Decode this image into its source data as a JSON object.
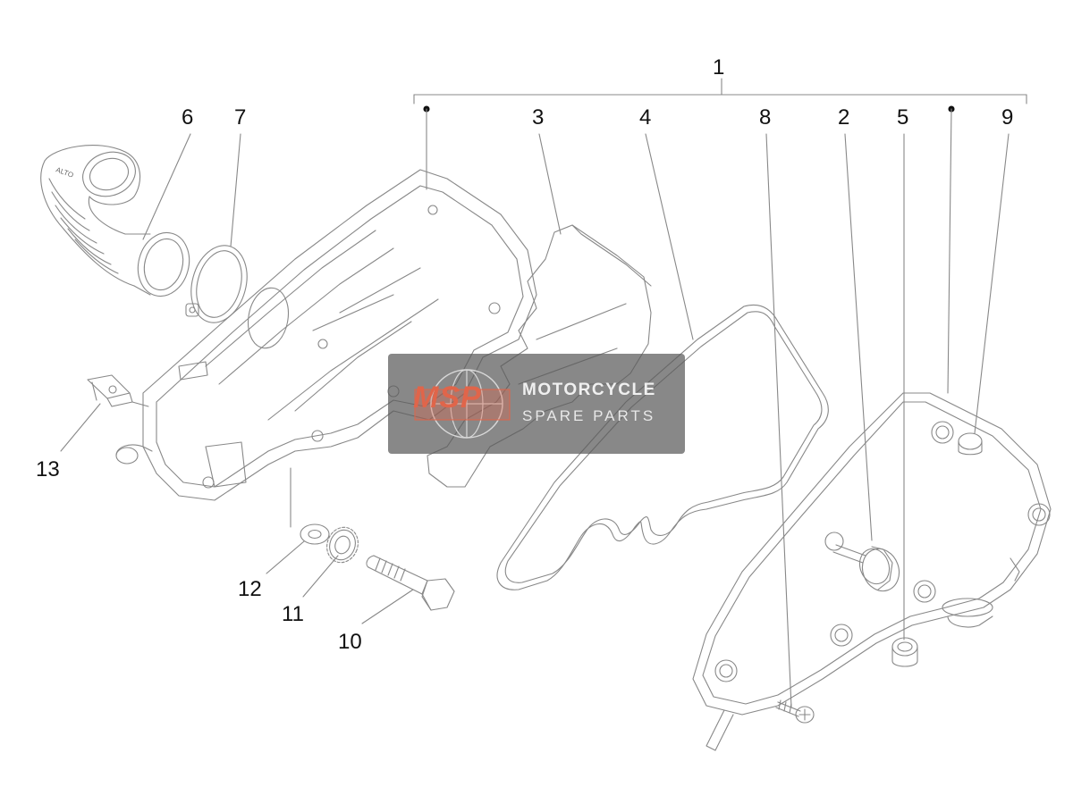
{
  "callouts": {
    "c1": "1",
    "c2": "2",
    "c3": "3",
    "c4": "4",
    "c5": "5",
    "c6": "6",
    "c7": "7",
    "c8": "8",
    "c9": "9",
    "c10": "10",
    "c11": "11",
    "c12": "12",
    "c13": "13"
  },
  "part_marks": {
    "hose_label": "ALTO"
  },
  "watermark": {
    "logo_text": "MSP",
    "line1": "MOTORCYCLE",
    "line2": "SPARE PARTS",
    "logo_color": "#e0654a"
  }
}
